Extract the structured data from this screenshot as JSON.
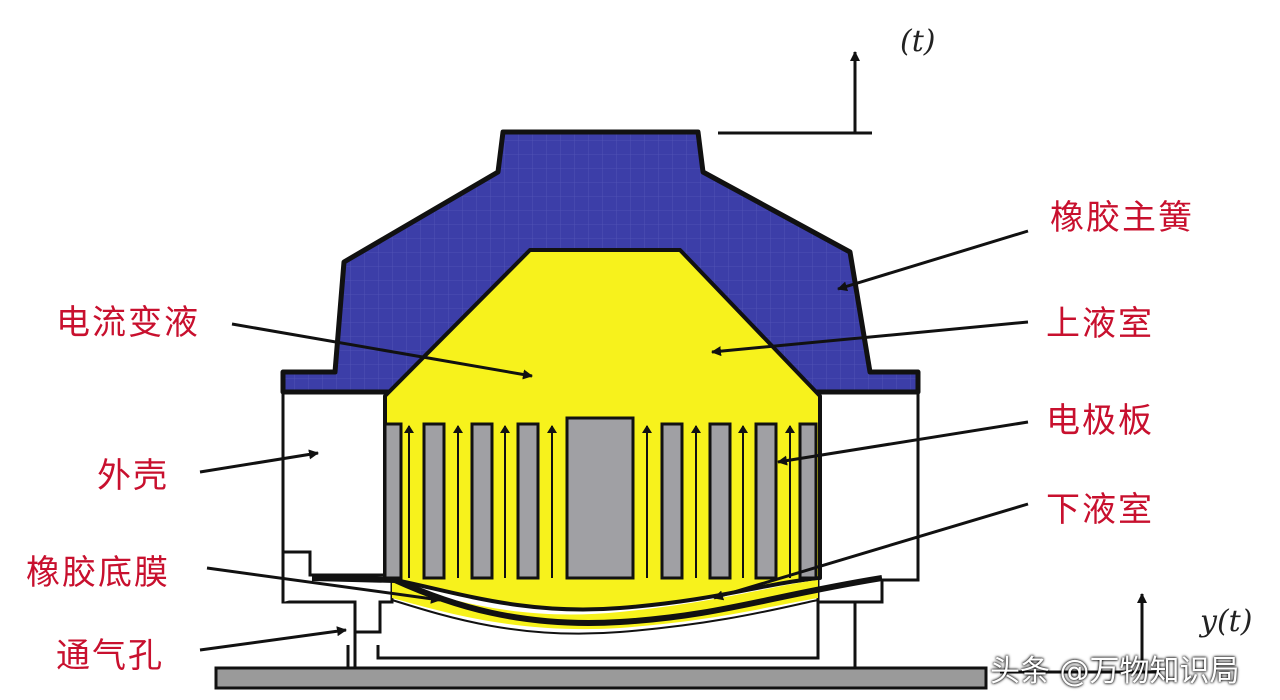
{
  "labels": {
    "rubber_main_spring": "橡胶主簧",
    "er_fluid": "电流变液",
    "upper_chamber": "上液室",
    "outer_shell": "外壳",
    "electrode_plate": "电极板",
    "lower_chamber": "下液室",
    "rubber_membrane": "橡胶底膜",
    "vent_hole": "通气孔"
  },
  "variables": {
    "top_input": "(t)",
    "bottom_input": "y(t)"
  },
  "watermark": "头条 @万物知识局",
  "colors": {
    "label_red": "#c8102e",
    "rubber_blue": "#3c3ea8",
    "fluid_yellow": "#f7f21c",
    "electrode_gray": "#a0a0a4",
    "outline": "#111111"
  }
}
